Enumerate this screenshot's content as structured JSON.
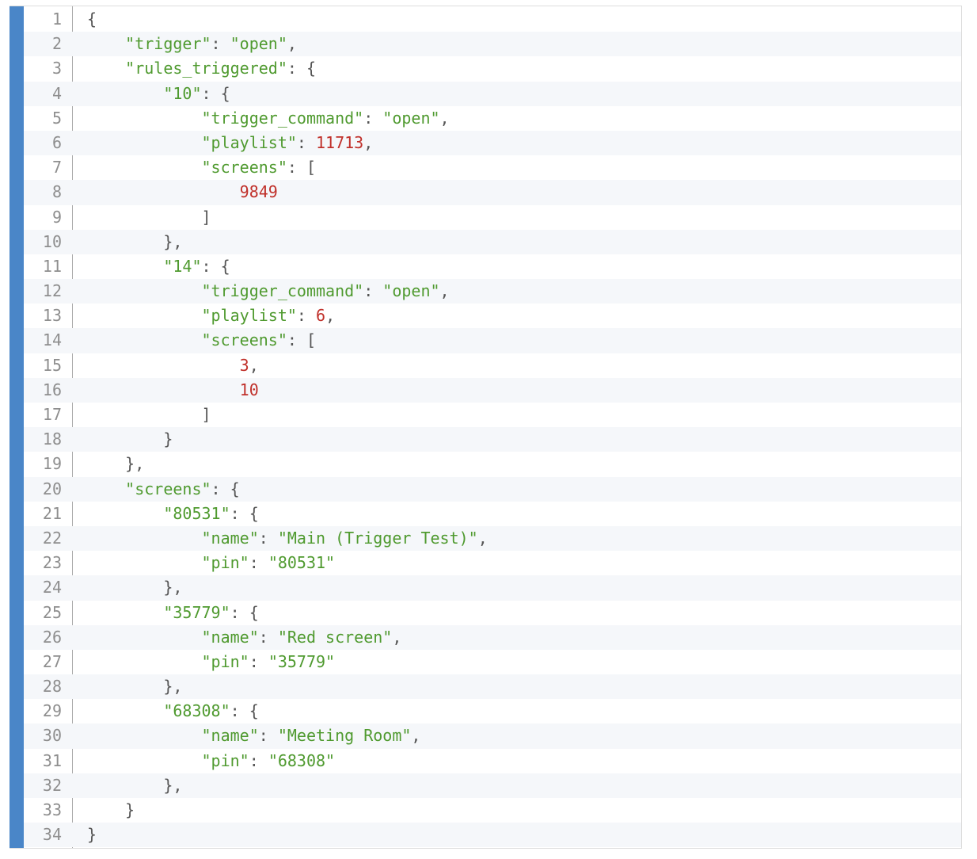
{
  "editor": {
    "accent_color": "#4a86c8",
    "string_color": "#4f9a2f",
    "number_color": "#c0302a",
    "lines": [
      {
        "n": "1",
        "indent": "",
        "tokens": [
          {
            "t": "p",
            "v": "{"
          }
        ]
      },
      {
        "n": "2",
        "indent": "    ",
        "tokens": [
          {
            "t": "s",
            "v": "\"trigger\""
          },
          {
            "t": "p",
            "v": ": "
          },
          {
            "t": "s",
            "v": "\"open\""
          },
          {
            "t": "p",
            "v": ","
          }
        ]
      },
      {
        "n": "3",
        "indent": "    ",
        "tokens": [
          {
            "t": "s",
            "v": "\"rules_triggered\""
          },
          {
            "t": "p",
            "v": ": {"
          }
        ]
      },
      {
        "n": "4",
        "indent": "        ",
        "tokens": [
          {
            "t": "s",
            "v": "\"10\""
          },
          {
            "t": "p",
            "v": ": {"
          }
        ]
      },
      {
        "n": "5",
        "indent": "            ",
        "tokens": [
          {
            "t": "s",
            "v": "\"trigger_command\""
          },
          {
            "t": "p",
            "v": ": "
          },
          {
            "t": "s",
            "v": "\"open\""
          },
          {
            "t": "p",
            "v": ","
          }
        ]
      },
      {
        "n": "6",
        "indent": "            ",
        "tokens": [
          {
            "t": "s",
            "v": "\"playlist\""
          },
          {
            "t": "p",
            "v": ": "
          },
          {
            "t": "n",
            "v": "11713"
          },
          {
            "t": "p",
            "v": ","
          }
        ]
      },
      {
        "n": "7",
        "indent": "            ",
        "tokens": [
          {
            "t": "s",
            "v": "\"screens\""
          },
          {
            "t": "p",
            "v": ": ["
          }
        ]
      },
      {
        "n": "8",
        "indent": "                ",
        "tokens": [
          {
            "t": "n",
            "v": "9849"
          }
        ]
      },
      {
        "n": "9",
        "indent": "            ",
        "tokens": [
          {
            "t": "p",
            "v": "]"
          }
        ]
      },
      {
        "n": "10",
        "indent": "        ",
        "tokens": [
          {
            "t": "p",
            "v": "},"
          }
        ]
      },
      {
        "n": "11",
        "indent": "        ",
        "tokens": [
          {
            "t": "s",
            "v": "\"14\""
          },
          {
            "t": "p",
            "v": ": {"
          }
        ]
      },
      {
        "n": "12",
        "indent": "            ",
        "tokens": [
          {
            "t": "s",
            "v": "\"trigger_command\""
          },
          {
            "t": "p",
            "v": ": "
          },
          {
            "t": "s",
            "v": "\"open\""
          },
          {
            "t": "p",
            "v": ","
          }
        ]
      },
      {
        "n": "13",
        "indent": "            ",
        "tokens": [
          {
            "t": "s",
            "v": "\"playlist\""
          },
          {
            "t": "p",
            "v": ": "
          },
          {
            "t": "n",
            "v": "6"
          },
          {
            "t": "p",
            "v": ","
          }
        ]
      },
      {
        "n": "14",
        "indent": "            ",
        "tokens": [
          {
            "t": "s",
            "v": "\"screens\""
          },
          {
            "t": "p",
            "v": ": ["
          }
        ]
      },
      {
        "n": "15",
        "indent": "                ",
        "tokens": [
          {
            "t": "n",
            "v": "3"
          },
          {
            "t": "p",
            "v": ","
          }
        ]
      },
      {
        "n": "16",
        "indent": "                ",
        "tokens": [
          {
            "t": "n",
            "v": "10"
          }
        ]
      },
      {
        "n": "17",
        "indent": "            ",
        "tokens": [
          {
            "t": "p",
            "v": "]"
          }
        ]
      },
      {
        "n": "18",
        "indent": "        ",
        "tokens": [
          {
            "t": "p",
            "v": "}"
          }
        ]
      },
      {
        "n": "19",
        "indent": "    ",
        "tokens": [
          {
            "t": "p",
            "v": "},"
          }
        ]
      },
      {
        "n": "20",
        "indent": "    ",
        "tokens": [
          {
            "t": "s",
            "v": "\"screens\""
          },
          {
            "t": "p",
            "v": ": {"
          }
        ]
      },
      {
        "n": "21",
        "indent": "        ",
        "tokens": [
          {
            "t": "s",
            "v": "\"80531\""
          },
          {
            "t": "p",
            "v": ": {"
          }
        ]
      },
      {
        "n": "22",
        "indent": "            ",
        "tokens": [
          {
            "t": "s",
            "v": "\"name\""
          },
          {
            "t": "p",
            "v": ": "
          },
          {
            "t": "s",
            "v": "\"Main (Trigger Test)\""
          },
          {
            "t": "p",
            "v": ","
          }
        ]
      },
      {
        "n": "23",
        "indent": "            ",
        "tokens": [
          {
            "t": "s",
            "v": "\"pin\""
          },
          {
            "t": "p",
            "v": ": "
          },
          {
            "t": "s",
            "v": "\"80531\""
          }
        ]
      },
      {
        "n": "24",
        "indent": "        ",
        "tokens": [
          {
            "t": "p",
            "v": "},"
          }
        ]
      },
      {
        "n": "25",
        "indent": "        ",
        "tokens": [
          {
            "t": "s",
            "v": "\"35779\""
          },
          {
            "t": "p",
            "v": ": {"
          }
        ]
      },
      {
        "n": "26",
        "indent": "            ",
        "tokens": [
          {
            "t": "s",
            "v": "\"name\""
          },
          {
            "t": "p",
            "v": ": "
          },
          {
            "t": "s",
            "v": "\"Red screen\""
          },
          {
            "t": "p",
            "v": ","
          }
        ]
      },
      {
        "n": "27",
        "indent": "            ",
        "tokens": [
          {
            "t": "s",
            "v": "\"pin\""
          },
          {
            "t": "p",
            "v": ": "
          },
          {
            "t": "s",
            "v": "\"35779\""
          }
        ]
      },
      {
        "n": "28",
        "indent": "        ",
        "tokens": [
          {
            "t": "p",
            "v": "},"
          }
        ]
      },
      {
        "n": "29",
        "indent": "        ",
        "tokens": [
          {
            "t": "s",
            "v": "\"68308\""
          },
          {
            "t": "p",
            "v": ": {"
          }
        ]
      },
      {
        "n": "30",
        "indent": "            ",
        "tokens": [
          {
            "t": "s",
            "v": "\"name\""
          },
          {
            "t": "p",
            "v": ": "
          },
          {
            "t": "s",
            "v": "\"Meeting Room\""
          },
          {
            "t": "p",
            "v": ","
          }
        ]
      },
      {
        "n": "31",
        "indent": "            ",
        "tokens": [
          {
            "t": "s",
            "v": "\"pin\""
          },
          {
            "t": "p",
            "v": ": "
          },
          {
            "t": "s",
            "v": "\"68308\""
          }
        ]
      },
      {
        "n": "32",
        "indent": "        ",
        "tokens": [
          {
            "t": "p",
            "v": "},"
          }
        ]
      },
      {
        "n": "33",
        "indent": "    ",
        "tokens": [
          {
            "t": "p",
            "v": "}"
          }
        ]
      },
      {
        "n": "34",
        "indent": "",
        "tokens": [
          {
            "t": "p",
            "v": "}"
          }
        ]
      }
    ]
  }
}
